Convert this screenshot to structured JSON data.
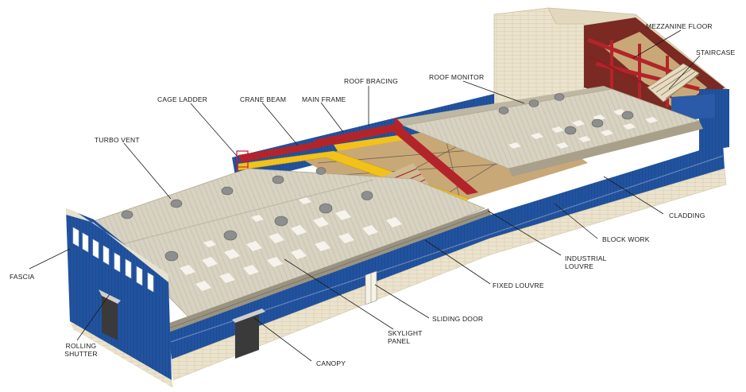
{
  "labels": {
    "mezzanine_floor": "MEZZANINE FLOOR",
    "staircase": "STAIRCASE",
    "roof_monitor": "ROOF MONITOR",
    "roof_bracing": "ROOF BRACING",
    "cage_ladder": "CAGE LADDER",
    "crane_beam": "CRANE BEAM",
    "main_frame": "MAIN FRAME",
    "turbo_vent": "TURBO VENT",
    "cladding": "CLADDING",
    "block_work": "BLOCK WORK",
    "industrial_louvre_1": "INDUSTRIAL",
    "industrial_louvre_2": "LOUVRE",
    "fixed_louvre": "FIXED LOUVRE",
    "fascia": "FASCIA",
    "sliding_door": "SLIDING DOOR",
    "skylight_panel_1": "SKYLIGHT",
    "skylight_panel_2": "PANEL",
    "rolling_shutter_1": "ROLLING",
    "rolling_shutter_2": "SHUTTER",
    "canopy": "CANOPY"
  },
  "colors": {
    "cladding_blue": "#1f4f9e",
    "blockwork_cream": "#ece3cd",
    "roof_sheet": "#d8d3c2",
    "steel_red": "#b3242a",
    "crane_yellow": "#f2c21a",
    "floor_wood": "#c9a877"
  }
}
